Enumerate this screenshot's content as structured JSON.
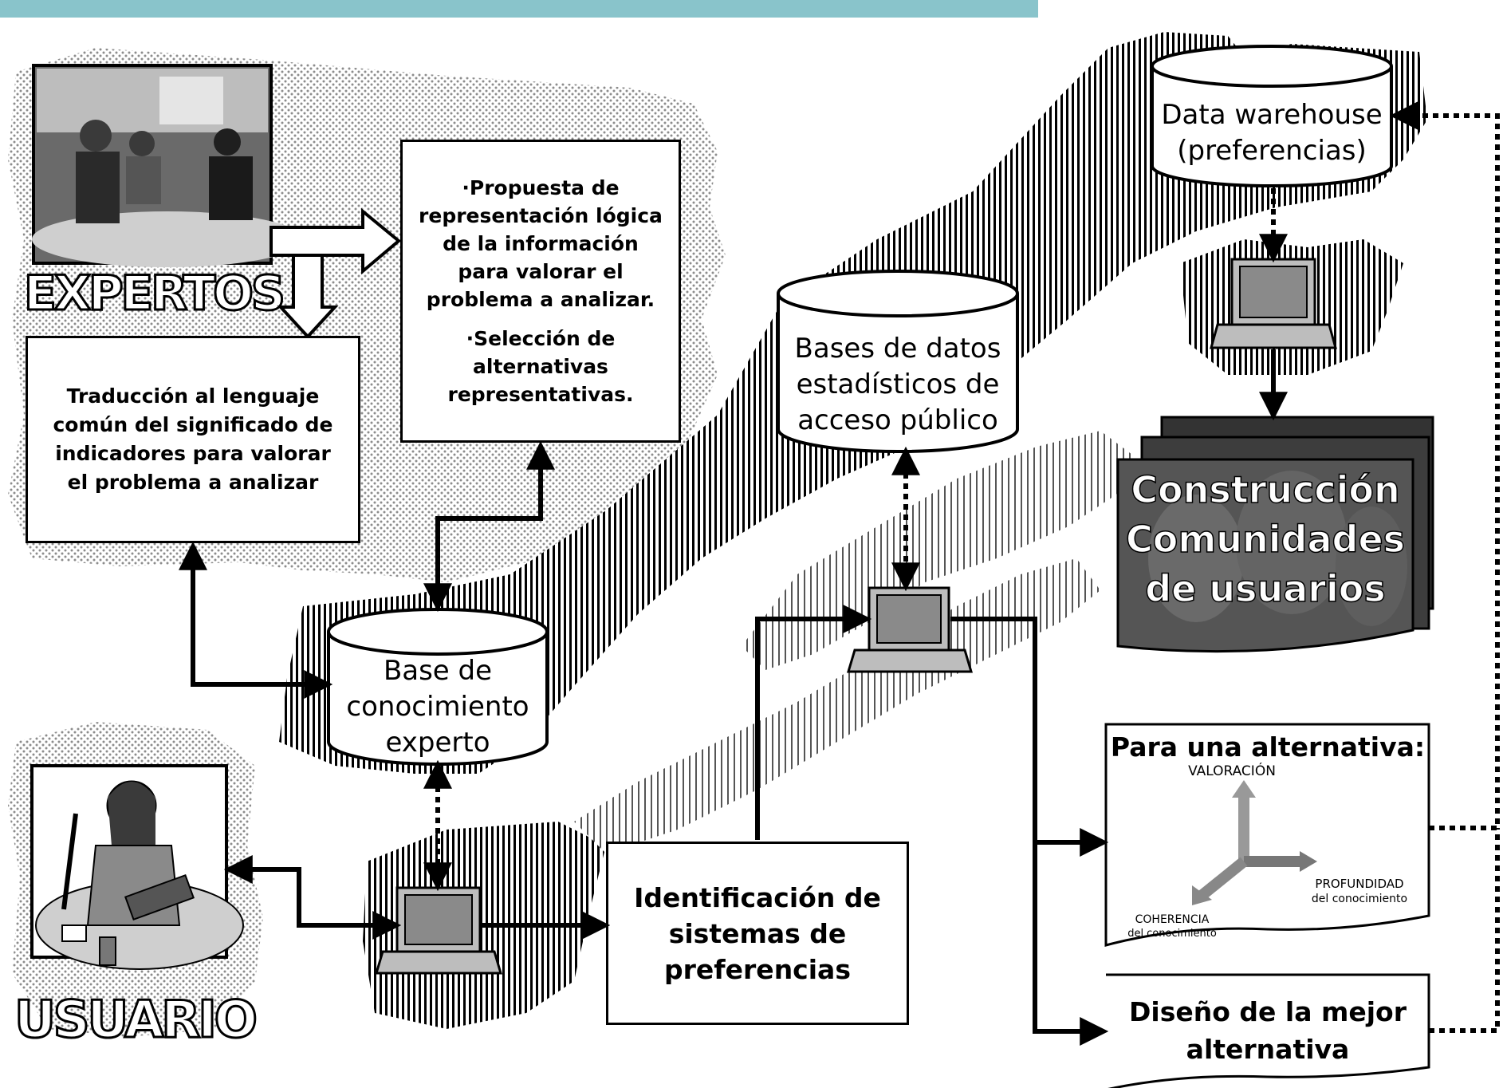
{
  "diagram": {
    "experts_label": "EXPERTOS",
    "user_label": "USUARIO",
    "proposal_items": [
      "·Propuesta de representación lógica de la información para valorar el problema a analizar.",
      "·Selección de alternativas representativas."
    ],
    "translation_text": "Traducción al lenguaje común del significado de indicadores para valorar el problema a analizar",
    "knowledge_base_label": [
      "Base de",
      "conocimiento",
      "experto"
    ],
    "stats_db_label": [
      "Bases de datos",
      "estadísticos de",
      "acceso público"
    ],
    "data_warehouse_label": [
      "Data warehouse",
      "(preferencias)"
    ],
    "community_label": [
      "Construcción",
      "Comunidades",
      "de usuarios"
    ],
    "identification_text": "Identificación de sistemas de preferencias",
    "alternative_title": "Para una alternativa:",
    "axis_labels": {
      "valuation": "VALORACIÓN",
      "depth": [
        "PROFUNDIDAD",
        "del conocimiento"
      ],
      "coherence": [
        "COHERENCIA",
        "del conocimiento"
      ]
    },
    "best_alternative_text": "Diseño de la mejor alternativa"
  },
  "colors": {
    "header_band": "#89c4cb",
    "stipple_dot": "#8c8c8c",
    "hatch_line": "#000000",
    "computer_screen": "#8a8a8a",
    "community_bg": "#555555"
  },
  "icons": [
    "photo-experts",
    "user-cartoon",
    "laptop-icon",
    "database-cylinder",
    "crowd-photo",
    "3d-axes-icon"
  ]
}
